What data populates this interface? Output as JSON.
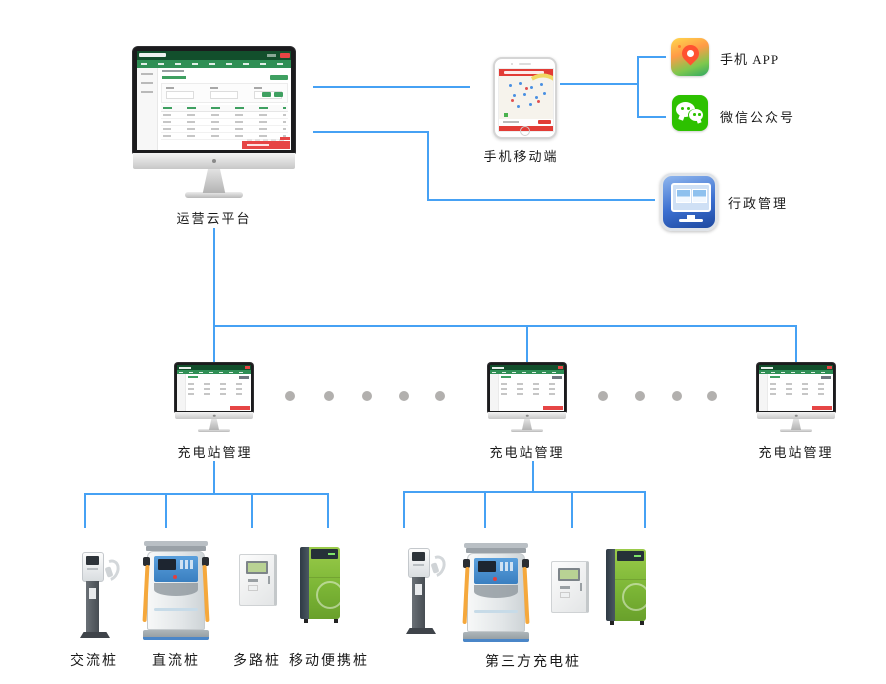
{
  "nodes": {
    "cloud_platform": {
      "label": "运营云平台"
    },
    "mobile_terminal": {
      "label": "手机移动端"
    },
    "phone_app": {
      "label": "手机 APP"
    },
    "wechat_official": {
      "label": "微信公众号"
    },
    "admin_mgmt": {
      "label": "行政管理"
    },
    "stations": [
      {
        "label": "充电站管理"
      },
      {
        "label": "充电站管理"
      },
      {
        "label": "充电站管理"
      }
    ],
    "group1_piles": [
      {
        "label": "交流桩"
      },
      {
        "label": "直流桩"
      },
      {
        "label": "多路桩"
      },
      {
        "label": "移动便携桩"
      }
    ],
    "group2": {
      "label": "第三方充电桩"
    }
  },
  "ellipsis": {
    "between_station_1_2_dots": 5,
    "between_station_2_3_dots": 4
  },
  "colors": {
    "connector_line": "#46a1f4",
    "ellipsis_dot": "#b2b0ae",
    "admin_ui_header_green": "#124f2c",
    "admin_ui_nav_green": "#2f8f55",
    "admin_ui_accent_green": "#3fa061",
    "admin_ui_alert_red": "#e64545",
    "phone_header_red": "#e23c36",
    "wechat_green": "#2dc100",
    "admin_icon_blue": "#3b6fd0",
    "pile_green": "#7cb636",
    "cable_orange": "#f5a83c",
    "dc_panel_blue": "#3a7fc0"
  }
}
